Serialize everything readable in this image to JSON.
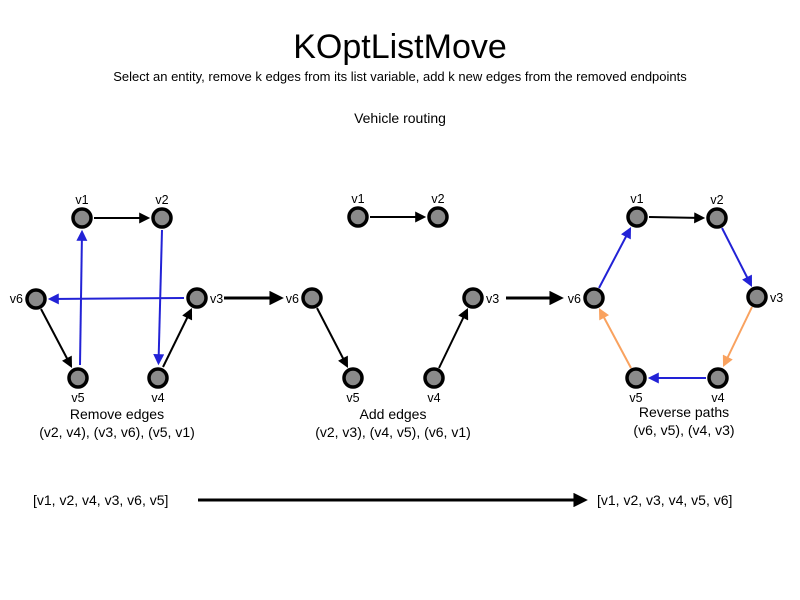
{
  "title": "KOptListMove",
  "subtitle": "Select an entity, remove k edges from its list variable, add k new edges from the removed endpoints",
  "problem_label": "Vehicle routing",
  "node_labels": {
    "v1": "v1",
    "v2": "v2",
    "v3": "v3",
    "v4": "v4",
    "v5": "v5",
    "v6": "v6"
  },
  "colors": {
    "edge_black": "#000000",
    "edge_blue": "#2222d6",
    "edge_orange": "#f9a25f",
    "node_fill": "#8a8a8a",
    "node_border": "#000000"
  },
  "graphs": [
    {
      "caption": "Remove edges",
      "detail": "(v2, v4), (v3, v6), (v5, v1)",
      "nodes": [
        "v1",
        "v2",
        "v3",
        "v4",
        "v5",
        "v6"
      ],
      "edges": [
        {
          "from": "v1",
          "to": "v2",
          "type": "kept",
          "color": "#000000"
        },
        {
          "from": "v6",
          "to": "v5",
          "type": "kept",
          "color": "#000000"
        },
        {
          "from": "v4",
          "to": "v3",
          "type": "kept",
          "color": "#000000"
        },
        {
          "from": "v2",
          "to": "v4",
          "type": "removed",
          "color": "#2222d6"
        },
        {
          "from": "v3",
          "to": "v6",
          "type": "removed",
          "color": "#2222d6"
        },
        {
          "from": "v5",
          "to": "v1",
          "type": "removed",
          "color": "#2222d6"
        }
      ]
    },
    {
      "caption": "Add edges",
      "detail": "(v2, v3), (v4, v5), (v6, v1)",
      "nodes": [
        "v1",
        "v2",
        "v3",
        "v4",
        "v5",
        "v6"
      ],
      "edges": [
        {
          "from": "v1",
          "to": "v2",
          "type": "kept",
          "color": "#000000"
        },
        {
          "from": "v6",
          "to": "v5",
          "type": "kept",
          "color": "#000000"
        },
        {
          "from": "v4",
          "to": "v3",
          "type": "kept",
          "color": "#000000"
        }
      ]
    },
    {
      "caption": "Reverse paths",
      "detail": "(v6, v5), (v4, v3)",
      "nodes": [
        "v1",
        "v2",
        "v3",
        "v4",
        "v5",
        "v6"
      ],
      "edges": [
        {
          "from": "v1",
          "to": "v2",
          "type": "kept",
          "color": "#000000"
        },
        {
          "from": "v2",
          "to": "v3",
          "type": "added",
          "color": "#2222d6"
        },
        {
          "from": "v4",
          "to": "v5",
          "type": "added",
          "color": "#2222d6"
        },
        {
          "from": "v6",
          "to": "v1",
          "type": "added",
          "color": "#2222d6"
        },
        {
          "from": "v3",
          "to": "v4",
          "type": "reversed",
          "color": "#f9a25f"
        },
        {
          "from": "v5",
          "to": "v6",
          "type": "reversed",
          "color": "#f9a25f"
        }
      ]
    }
  ],
  "before_list": "[v1, v2, v4, v3, v6, v5]",
  "after_list": "[v1, v2, v3, v4, v5, v6]"
}
